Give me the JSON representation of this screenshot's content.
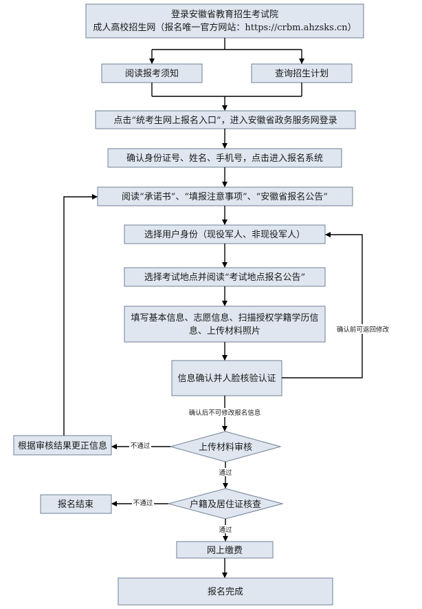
{
  "nodes": {
    "login": {
      "line1": "登录安徽省教育招生考试院",
      "line2": "成人高校招生网（报名唯一官方网站：https://crbm.ahzsks.cn）"
    },
    "read_notice": "阅读报考须知",
    "query_plan": "查询招生计划",
    "click_entry": "点击“统考生网上报名入口”，进入安徽省政务服务网登录",
    "confirm_id": "确认身份证号、姓名、手机号，点击进入报名系统",
    "read_pledge": "阅读“承诺书”、“填报注意事项”、“安徽省报名公告”",
    "select_identity": "选择用户身份（现役军人、非现役军人）",
    "select_site": "选择考试地点并阅读“考试地点报名公告”",
    "fill_info": {
      "line1": "填写基本信息、志愿信息、扫描授权学籍学历信",
      "line2": "息、上传材料照片"
    },
    "confirm_verify": "信息确认并人脸核验认证",
    "material_review": "上传材料审核",
    "correct_info": "根据审核结果更正信息",
    "household_check": "户籍及居住证核查",
    "reg_end": "报名结束",
    "payment": "网上缴费",
    "complete": "报名完成"
  },
  "edge_labels": {
    "can_return": "确认前可返回修改",
    "cannot_modify": "确认后不可修改报名信息",
    "pass1": "通过",
    "fail1": "不通过",
    "pass2": "通过",
    "fail2": "不通过"
  }
}
